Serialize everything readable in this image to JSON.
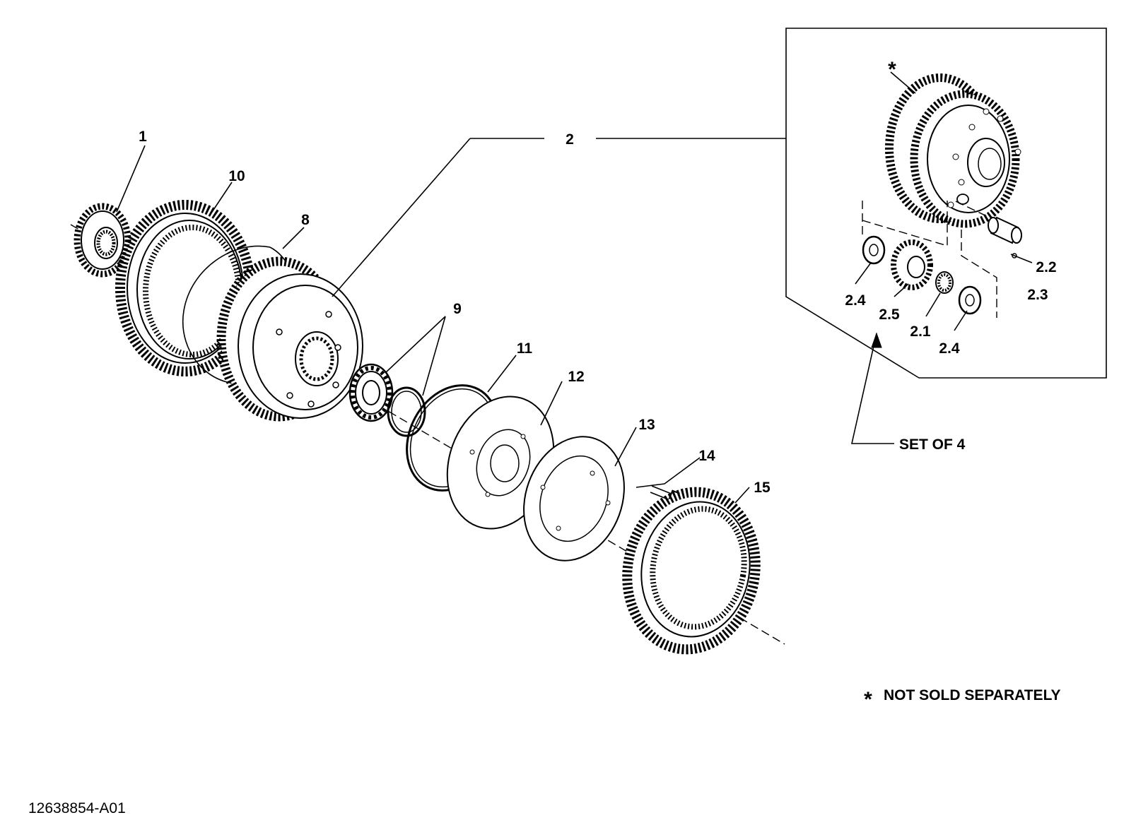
{
  "callouts": {
    "c1": "1",
    "c2": "2",
    "c8": "8",
    "c9": "9",
    "c10": "10",
    "c11": "11",
    "c12": "12",
    "c13": "13",
    "c14": "14",
    "c15": "15",
    "c2_1": "2.1",
    "c2_2": "2.2",
    "c2_3": "2.3",
    "c2_4a": "2.4",
    "c2_4b": "2.4",
    "c2_5": "2.5",
    "asterisk": "*"
  },
  "notes": {
    "set_of": "SET OF 4",
    "not_sold": "NOT SOLD SEPARATELY",
    "not_sold_marker": "*"
  },
  "reference_number": "12638854-A01"
}
